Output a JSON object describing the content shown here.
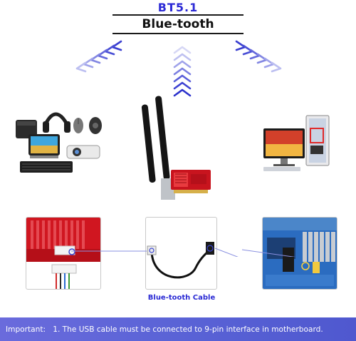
{
  "header": {
    "version": "BT5.1",
    "title": "Blue-tooth"
  },
  "cable_label": "Blue-tooth Cable",
  "notice": {
    "prefix": "Important:",
    "text": "1. The USB cable must be connected to 9-pin interface in motherboard."
  },
  "colors": {
    "accent_blue": "#2c2ad6",
    "banner": "#5a63d6",
    "pcb_red": "#c8141e",
    "chevron_blue": "#3a3fd0"
  },
  "icons": [
    "chevron-arrows-icon",
    "devices-cluster-icon",
    "desktop-pc-icon",
    "wifi-card-icon",
    "cable-icon"
  ]
}
